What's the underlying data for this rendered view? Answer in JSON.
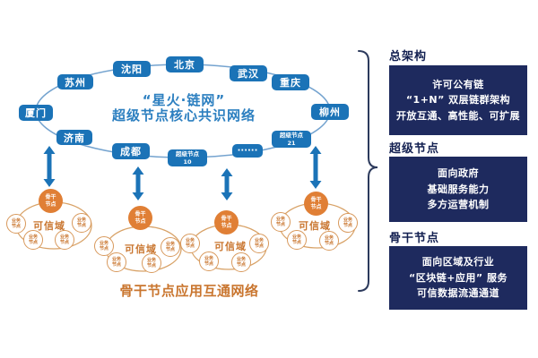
{
  "colors": {
    "node_blue": "#1b73b7",
    "title_blue": "#2c7fc0",
    "ring_blue": "#74a3cf",
    "panel_navy": "#1e2a5e",
    "orange_fill": "#e07f35",
    "orange_text": "#c9752e",
    "cluster_outline": "#d8a267"
  },
  "network": {
    "title": "“星火·链网”\n超级节点核心共识网络",
    "nodes": [
      {
        "id": "shenyang",
        "label": "沈阳"
      },
      {
        "id": "beijing",
        "label": "北京"
      },
      {
        "id": "wuhan",
        "label": "武汉"
      },
      {
        "id": "chongqing",
        "label": "重庆"
      },
      {
        "id": "liuzhou",
        "label": "柳州"
      },
      {
        "id": "supernode-21",
        "label": "超级节点\n21"
      },
      {
        "id": "ellipsis",
        "label": "······"
      },
      {
        "id": "supernode-10",
        "label": "超级节点\n10"
      },
      {
        "id": "chengdu",
        "label": "成都"
      },
      {
        "id": "jinan",
        "label": "济南"
      },
      {
        "id": "xiamen",
        "label": "厦门"
      },
      {
        "id": "suzhou",
        "label": "苏州"
      }
    ]
  },
  "cluster": {
    "backbone_label": "骨干\n节点",
    "business_label": "业务\n节点",
    "domain_label": "可信域"
  },
  "bottom_caption": "骨干节点应用互通网络",
  "right_panel": {
    "sections": [
      {
        "heading": "总架构",
        "lines": [
          "许可公有链",
          "“1+N” 双层链群架构",
          "开放互通、高性能、可扩展"
        ]
      },
      {
        "heading": "超级节点",
        "lines": [
          "面向政府",
          "基础服务能力",
          "多方运营机制"
        ]
      },
      {
        "heading": "骨干节点",
        "lines": [
          "面向区域及行业",
          "“区块链+应用” 服务",
          "可信数据流通通道"
        ]
      }
    ]
  }
}
